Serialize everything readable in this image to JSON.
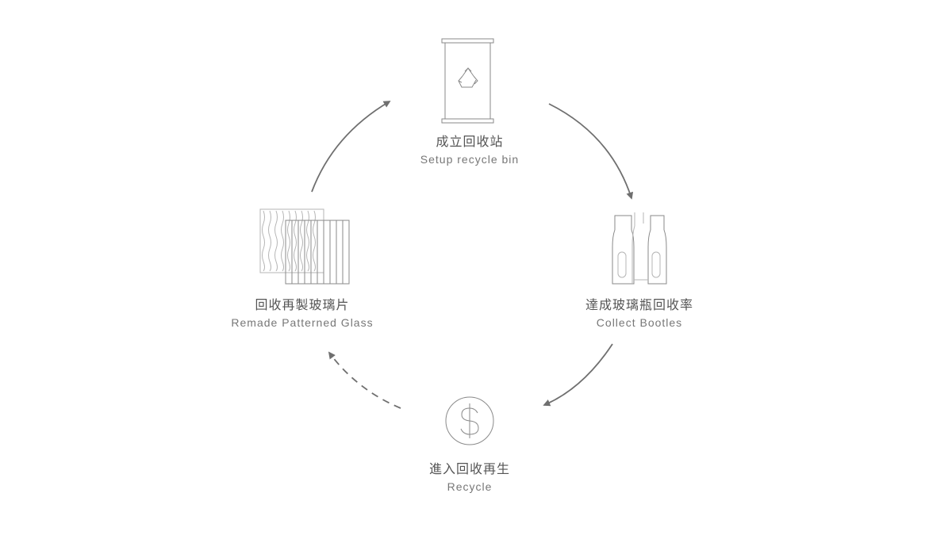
{
  "steps": [
    {
      "id": "setup",
      "zh": "成立回收站",
      "en": "Setup recycle bin",
      "icon": "recycle-bin-icon"
    },
    {
      "id": "collect",
      "zh": "達成玻璃瓶回收率",
      "en": "Collect Bootles",
      "icon": "bottles-icon"
    },
    {
      "id": "recycle",
      "zh": "進入回收再生",
      "en": "Recycle",
      "icon": "dollar-coin-icon"
    },
    {
      "id": "remade",
      "zh": "回收再製玻璃片",
      "en": "Remade Patterned Glass",
      "icon": "patterned-glass-icon"
    }
  ],
  "connections": [
    {
      "from": "setup",
      "to": "collect",
      "style": "solid"
    },
    {
      "from": "collect",
      "to": "recycle",
      "style": "solid"
    },
    {
      "from": "recycle",
      "to": "remade",
      "style": "dashed"
    },
    {
      "from": "remade",
      "to": "setup",
      "style": "solid"
    }
  ],
  "colors": {
    "arrow": "#6f6f6f",
    "icon": "#8a8a8a",
    "text_primary": "#555555",
    "text_secondary": "#777777"
  }
}
